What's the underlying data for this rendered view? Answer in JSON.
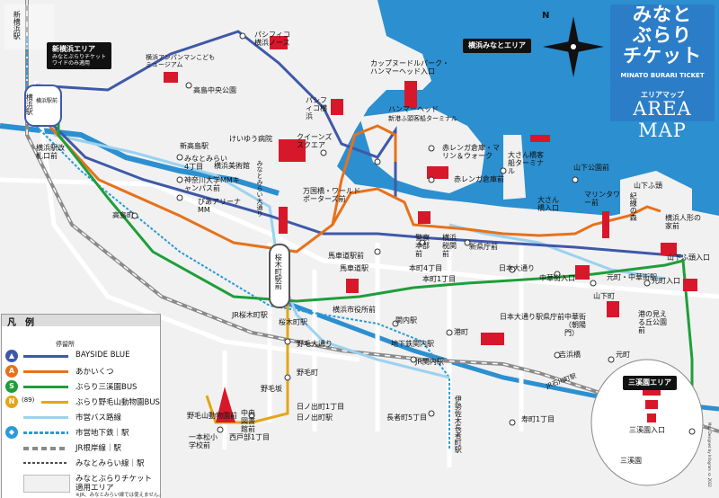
{
  "title": {
    "line1": "みなと",
    "line2": "ぶらり",
    "line3": "チケット",
    "subtitle": "MINATO BURARI TICKET",
    "area_map_small": "エリアマップ",
    "area_map_big": "AREA MAP"
  },
  "areas": {
    "shinyokohama": {
      "name": "新横浜エリア",
      "desc1": "みなとぶらりチケット",
      "desc2": "ワイドのみ適用"
    },
    "minato": {
      "name": "横浜みなとエリア"
    },
    "sankeien": {
      "name": "三溪園エリア"
    }
  },
  "legend": {
    "title": "凡　例",
    "stop_label": "停留所",
    "items": [
      {
        "icon": "",
        "label": "BAYSIDE BLUE",
        "color": "#3f58a8"
      },
      {
        "icon": "A",
        "label": "あかいくつ",
        "color": "#e7711b"
      },
      {
        "icon": "S",
        "label": "ぶらり三溪園BUS",
        "color": "#1e9e3a"
      },
      {
        "icon": "N",
        "label": "ぶらり野毛山動物園BUS",
        "color": "#e3a617",
        "num": "(89)"
      },
      {
        "icon": "",
        "label": "市営バス路線",
        "color": "#9bd2ee"
      },
      {
        "icon": "",
        "label": "市営地下鉄｜駅",
        "color": "#2a9bd8"
      },
      {
        "icon": "",
        "label": "JR根岸線｜駅",
        "color": "#8a8a8a"
      },
      {
        "icon": "",
        "label": "みなとみらい線｜駅",
        "color": "#4d4d4d"
      }
    ],
    "area_label": "みなとぶらりチケット",
    "area_label2": "適用エリア",
    "area_note": "※JR、みなとみらい線では使えません。"
  },
  "colors": {
    "sea": "#2c8fd0",
    "land": "#f1f1f1",
    "road": "#ffffff",
    "blue_route": "#3f58a8",
    "orange_route": "#e7711b",
    "green_route": "#1e9e3a",
    "yellow_route": "#e3a617",
    "city_bus": "#9bd2ee",
    "landmark_red": "#d7182a"
  },
  "stations": [
    "新横浜駅",
    "横浜駅",
    "横浜駅改札口前",
    "横浜駅前",
    "パシフィコ横浜ノース",
    "横浜アンパンマンこどもミュージアム",
    "高島中央公園",
    "けいゆう病院",
    "パシフィコ横浜",
    "クイーンズスクエア",
    "新高島駅",
    "みなとみらい4丁目",
    "神奈川大学MMキャンパス前",
    "横浜美術館",
    "ぴあアリーナMM",
    "みなとみらい大通り",
    "高島町",
    "万国橋・ワールドポーターズ前",
    "カップヌードルパーク・ハンマーヘッド入口",
    "ハンマーヘッド",
    "新港ふ頭客船ターミナル",
    "赤レンガ倉庫・マリン＆ウォーク",
    "赤レンガ倉庫前",
    "大さん橋客船ターミナル",
    "大さん橋入口",
    "山下公園前",
    "マリンタワー前",
    "山下ふ頭",
    "紀線の森",
    "横浜人形の家前",
    "山下ふ頭入口",
    "桜木町駅前",
    "馬車道駅前",
    "馬車道駅",
    "警察本部前",
    "横浜税関前",
    "新県庁前",
    "日本大通り",
    "本町4丁目",
    "本町1丁目",
    "横浜市役所前",
    "日本大通り駅県庁前",
    "中華街入口",
    "元町・中華街駅",
    "元町入口",
    "山下町",
    "中華街（朝陽門）",
    "港の見える丘公園前",
    "JR桜木町駅",
    "桜木町駅",
    "関内駅",
    "野毛大通り",
    "地下鉄関内駅",
    "JR関内駅",
    "港町",
    "吉浜橋",
    "元町",
    "野毛町",
    "野毛坂",
    "日ノ出町1丁目",
    "日ノ出町駅",
    "伊勢佐木長者町駅",
    "長者町5丁目",
    "寿町1丁目",
    "野毛山動物園前",
    "中央図書館前",
    "一本松小学校前",
    "西戸部1丁目",
    "JR石川町駅",
    "三溪園入口",
    "三溪園"
  ],
  "compass_label": "N",
  "credit": "Map Designed by Infogram © 2022"
}
